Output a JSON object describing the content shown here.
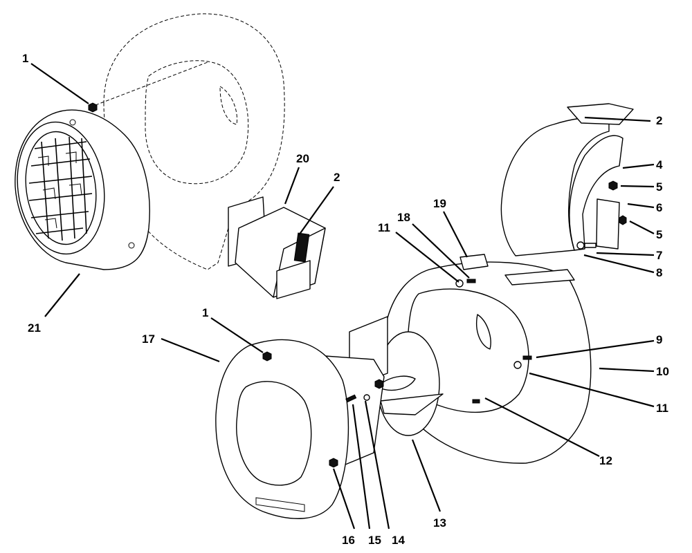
{
  "callouts": [
    {
      "id": "c-1a",
      "text": "1"
    },
    {
      "id": "c-21",
      "text": "21"
    },
    {
      "id": "c-20",
      "text": "20"
    },
    {
      "id": "c-2a",
      "text": "2"
    },
    {
      "id": "c-2b",
      "text": "2"
    },
    {
      "id": "c-4",
      "text": "4"
    },
    {
      "id": "c-5a",
      "text": "5"
    },
    {
      "id": "c-6",
      "text": "6"
    },
    {
      "id": "c-5b",
      "text": "5"
    },
    {
      "id": "c-7",
      "text": "7"
    },
    {
      "id": "c-8",
      "text": "8"
    },
    {
      "id": "c-19",
      "text": "19"
    },
    {
      "id": "c-18",
      "text": "18"
    },
    {
      "id": "c-11a",
      "text": "11"
    },
    {
      "id": "c-9",
      "text": "9"
    },
    {
      "id": "c-10",
      "text": "10"
    },
    {
      "id": "c-11b",
      "text": "11"
    },
    {
      "id": "c-12",
      "text": "12"
    },
    {
      "id": "c-1b",
      "text": "1"
    },
    {
      "id": "c-17",
      "text": "17"
    },
    {
      "id": "c-13",
      "text": "13"
    },
    {
      "id": "c-14",
      "text": "14"
    },
    {
      "id": "c-15",
      "text": "15"
    },
    {
      "id": "c-16",
      "text": "16"
    }
  ]
}
